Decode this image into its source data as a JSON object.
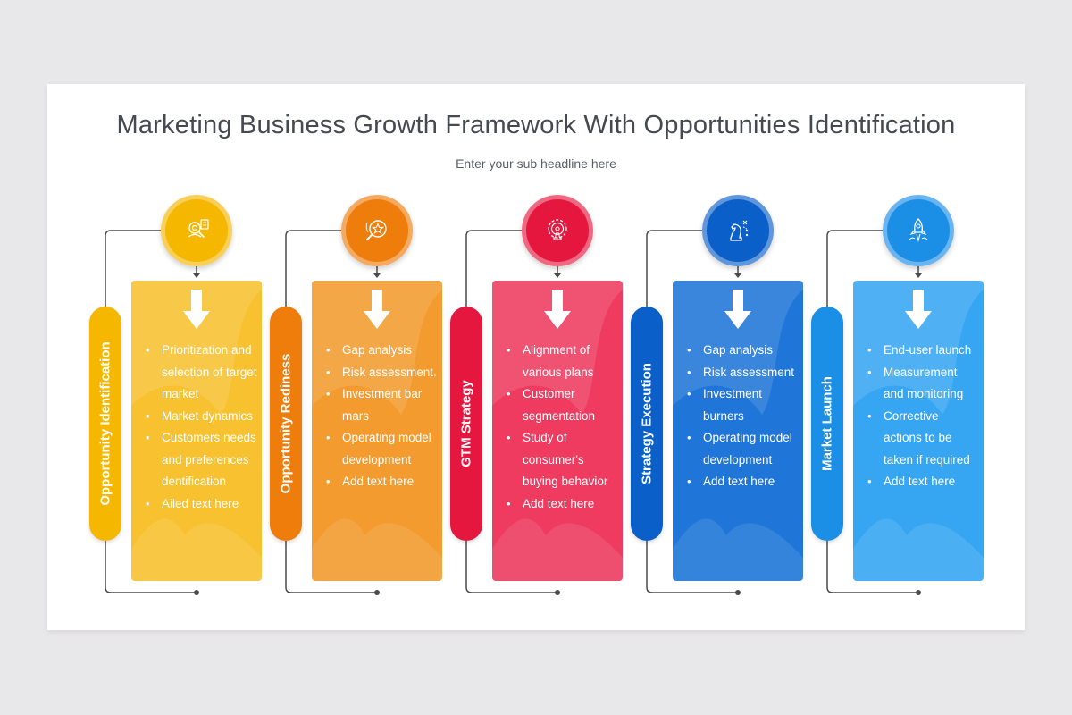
{
  "slide": {
    "title": "Marketing Business Growth Framework With Opportunities Identification",
    "subtitle": "Enter your sub headline here"
  },
  "columns": [
    {
      "label": "Opportunity Identification",
      "icon": "target-market-analysis-icon",
      "color": "#f5b700",
      "card_color": "#f8c12f",
      "bullets": [
        "Prioritization and selection of target market",
        "Market dynamics",
        "Customers needs and preferences dentification",
        "Ailed text here"
      ]
    },
    {
      "label": "Opportunity Rediness",
      "icon": "star-search-icon",
      "color": "#ee7d0c",
      "card_color": "#f39b2e",
      "bullets": [
        "Gap analysis",
        "Risk assessment.",
        "Investment bar mars",
        "Operating model development",
        "Add text here"
      ]
    },
    {
      "label": "GTM Strategy",
      "icon": "chess-gear-icon",
      "color": "#e5173f",
      "card_color": "#ee3b5f",
      "bullets": [
        "Alignment of various plans",
        "Customer segmentation",
        "Study of consumer's buying behavior",
        "Add text here"
      ]
    },
    {
      "label": "Strategy Execution",
      "icon": "knight-strategy-icon",
      "color": "#0a5fc9",
      "card_color": "#1f76d8",
      "bullets": [
        "Gap analysis",
        "Risk assessment",
        "Investment burners",
        "Operating model development",
        "Add text here"
      ]
    },
    {
      "label": "Market Launch",
      "icon": "rocket-icon",
      "color": "#1b8ee6",
      "card_color": "#37a6f2",
      "bullets": [
        "End-user launch",
        "Measurement and monitoring",
        "Corrective actions to be taken if required",
        "Add text here"
      ]
    }
  ]
}
